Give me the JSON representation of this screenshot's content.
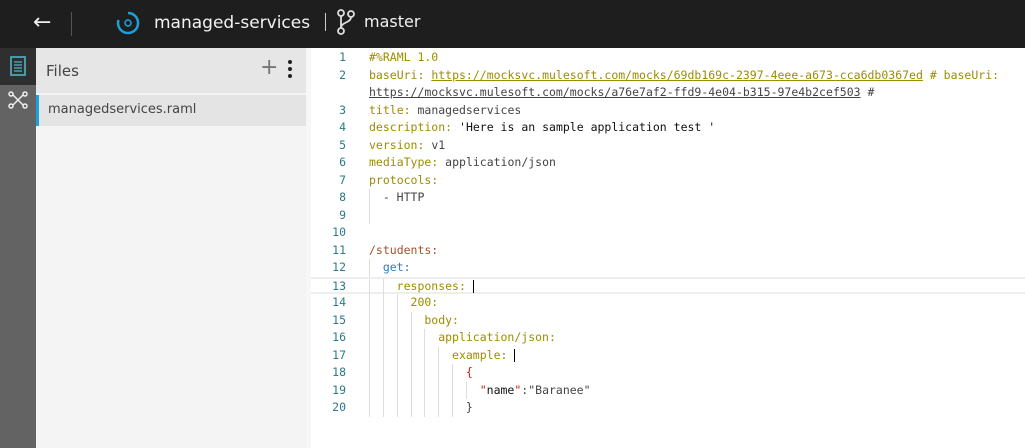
{
  "topbar": {
    "back_icon": "arrow-left-icon",
    "project_name": "managed-services",
    "branch_icon": "git-branch-icon",
    "branch": "master"
  },
  "sidebar": {
    "items": [
      {
        "icon": "file-icon",
        "active": true
      },
      {
        "icon": "network-graph-icon",
        "active": false
      }
    ]
  },
  "files_panel": {
    "title": "Files",
    "add_icon": "plus-icon",
    "more_icon": "more-vertical-icon",
    "files": [
      {
        "name": "managedservices.raml",
        "selected": true
      }
    ]
  },
  "editor": {
    "current_line": 13,
    "lines": [
      {
        "n": "1",
        "indent": 0,
        "tokens": [
          [
            "#%RAML 1.0",
            "k"
          ]
        ]
      },
      {
        "n": "2",
        "indent": 0,
        "tokens": [
          [
            "baseUri: ",
            "k"
          ],
          [
            "https://mocksvc.mulesoft.com/mocks/69db169c-2397-4eee-a673-cca6db0367ed",
            "u"
          ],
          [
            " # baseUri:",
            "k"
          ]
        ]
      },
      {
        "n": "",
        "indent": 0,
        "tokens": [
          [
            "https://mocksvc.mulesoft.com/mocks/a76e7af2-ffd9-4e04-b315-97e4b2cef503",
            "u2"
          ],
          [
            " #",
            "v"
          ]
        ]
      },
      {
        "n": "3",
        "indent": 0,
        "tokens": [
          [
            "title: ",
            "k"
          ],
          [
            "managedservices",
            "v"
          ]
        ]
      },
      {
        "n": "4",
        "indent": 0,
        "tokens": [
          [
            "description: ",
            "k"
          ],
          [
            "'Here is an sample application test '",
            "n"
          ]
        ]
      },
      {
        "n": "5",
        "indent": 0,
        "tokens": [
          [
            "version: ",
            "k"
          ],
          [
            "v1",
            "v"
          ]
        ]
      },
      {
        "n": "6",
        "indent": 0,
        "tokens": [
          [
            "mediaType: ",
            "k"
          ],
          [
            "application/json",
            "v"
          ]
        ]
      },
      {
        "n": "7",
        "indent": 0,
        "tokens": [
          [
            "protocols:",
            "k"
          ]
        ]
      },
      {
        "n": "8",
        "indent": 1,
        "tokens": [
          [
            "- HTTP",
            "v"
          ]
        ]
      },
      {
        "n": "9",
        "indent": 1,
        "tokens": []
      },
      {
        "n": "10",
        "indent": 0,
        "tokens": []
      },
      {
        "n": "11",
        "indent": 0,
        "tokens": [
          [
            "/students:",
            "r"
          ]
        ]
      },
      {
        "n": "12",
        "indent": 1,
        "tokens": [
          [
            "get:",
            "b"
          ]
        ]
      },
      {
        "n": "13",
        "indent": 2,
        "tokens": [
          [
            "responses: ",
            "k"
          ]
        ],
        "caret": true
      },
      {
        "n": "14",
        "indent": 3,
        "tokens": [
          [
            "200:",
            "k"
          ]
        ]
      },
      {
        "n": "15",
        "indent": 4,
        "tokens": [
          [
            "body:",
            "k"
          ]
        ]
      },
      {
        "n": "16",
        "indent": 5,
        "tokens": [
          [
            "application/json:",
            "k"
          ]
        ]
      },
      {
        "n": "17",
        "indent": 6,
        "tokens": [
          [
            "example: ",
            "k"
          ]
        ],
        "caret": true
      },
      {
        "n": "18",
        "indent": 7,
        "tokens": [
          [
            "{",
            "p"
          ]
        ]
      },
      {
        "n": "19",
        "indent": 8,
        "tokens": [
          [
            "\"",
            "q"
          ],
          [
            "name",
            "n"
          ],
          [
            "\"",
            "q"
          ],
          [
            ":\"Baranee\"",
            "v"
          ]
        ]
      },
      {
        "n": "20",
        "indent": 7,
        "tokens": [
          [
            "}",
            "v"
          ]
        ]
      }
    ]
  }
}
